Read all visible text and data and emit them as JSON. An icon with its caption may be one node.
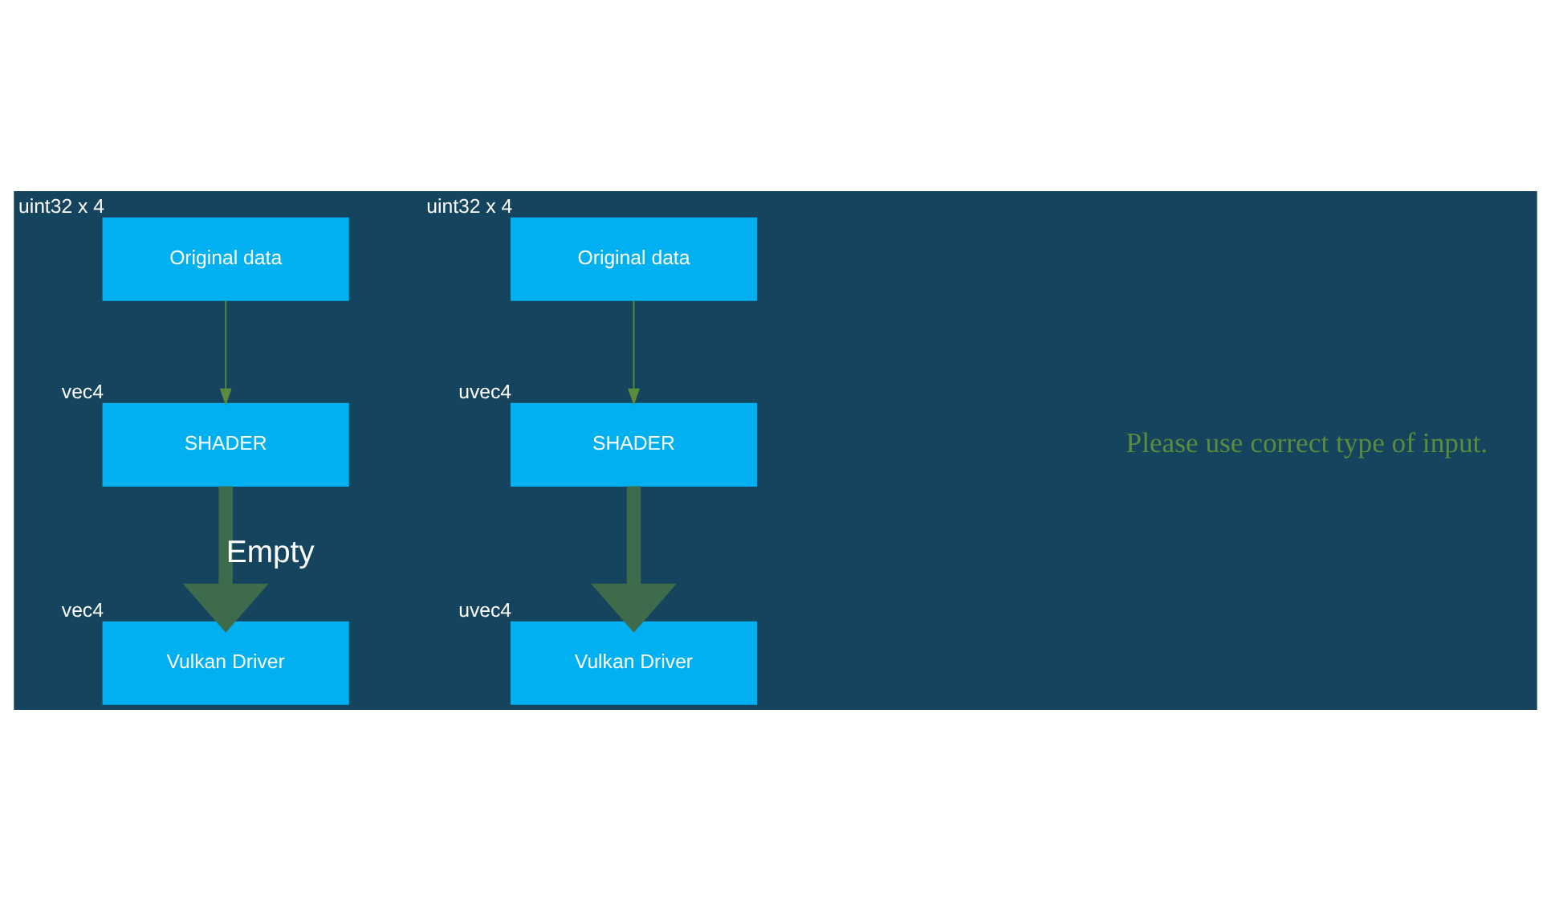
{
  "diagram": {
    "nodes": [
      {
        "text": [
          "Original data"
        ],
        "beside": [
          "uint32 x 4"
        ]
      },
      {
        "text": [
          "SHADER"
        ],
        "beside": [
          "vec4"
        ]
      },
      {
        "text": [
          "Vulkan Driver"
        ],
        "beside": [
          "vec4"
        ]
      },
      {
        "text": [
          "Original data"
        ],
        "beside": [
          "uint32 x 4"
        ]
      },
      {
        "text": [
          "SHADER"
        ],
        "beside": [
          "uvec4"
        ]
      },
      {
        "text": [
          "Vulkan Driver"
        ],
        "beside": [
          "uvec4"
        ]
      }
    ],
    "edges": [
      {
        "from": 0,
        "to": 1,
        "arrow": "to"
      },
      {
        "from": 1,
        "to": 2,
        "arrow": "to",
        "label": "Empty",
        "style": "thick",
        "color": "#3e6b4c"
      },
      {
        "from": 3,
        "to": 4,
        "arrow": "to"
      },
      {
        "from": 4,
        "to": 5,
        "arrow": "to",
        "style": "thick",
        "color": "#3e6b4c"
      }
    ],
    "labels": [
      "Please use correct type of input."
    ]
  }
}
